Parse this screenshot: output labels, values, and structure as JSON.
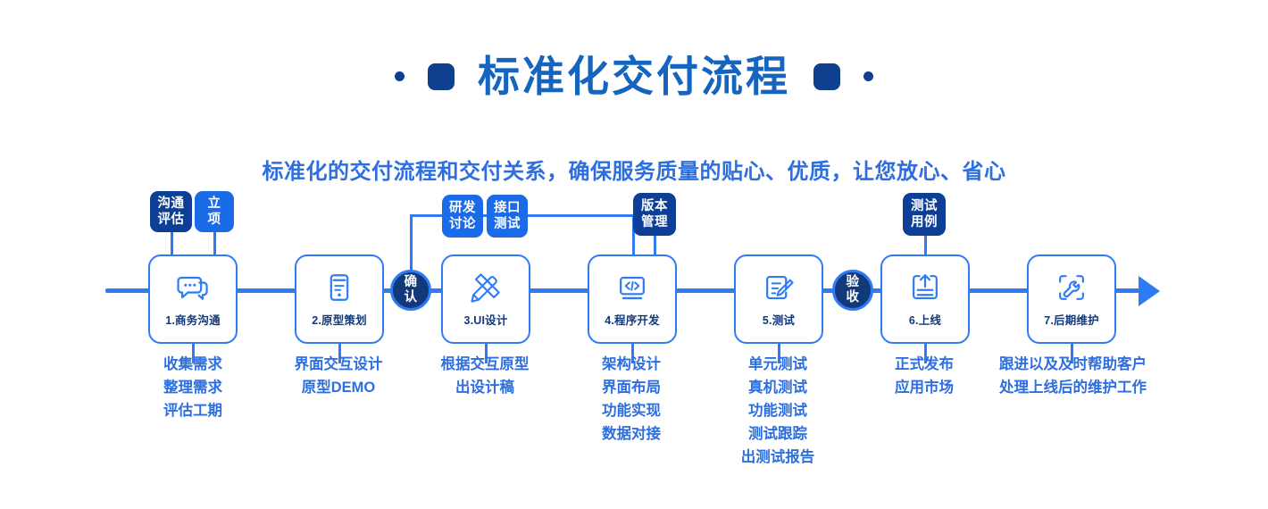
{
  "header": {
    "title": "标准化交付流程",
    "subtitle": "标准化的交付流程和交付关系，确保服务质量的贴心、优质，让您放心、省心",
    "deco_left_dot": "dot-icon",
    "deco_left_square": "rounded-square-icon",
    "deco_right_square": "rounded-square-icon",
    "deco_right_dot": "dot-icon"
  },
  "colors": {
    "title_blue": "#1565c0",
    "accent_blue": "#2f7bf5",
    "navy": "#0d3f96",
    "deep_navy": "#123a7a",
    "bright_blue": "#1b6ae8",
    "desc_blue": "#2d6fe0",
    "background": "#ffffff"
  },
  "flow": {
    "arrow": "arrow-right-icon",
    "steps": [
      {
        "id": "step-1",
        "label": "1.商务沟通",
        "icon": "speech-bubbles-icon",
        "desc": [
          "收集需求",
          "整理需求",
          "评估工期"
        ]
      },
      {
        "id": "step-2",
        "label": "2.原型策划",
        "icon": "document-device-icon",
        "desc": [
          "界面交互设计",
          "原型DEMO"
        ]
      },
      {
        "id": "step-3",
        "label": "3.UI设计",
        "icon": "ruler-pencil-icon",
        "desc": [
          "根据交互原型",
          "出设计稿"
        ]
      },
      {
        "id": "step-4",
        "label": "4.程序开发",
        "icon": "code-monitor-icon",
        "desc": [
          "架构设计",
          "界面布局",
          "功能实现",
          "数据对接"
        ]
      },
      {
        "id": "step-5",
        "label": "5.测试",
        "icon": "clipboard-pencil-icon",
        "desc": [
          "单元测试",
          "真机测试",
          "功能测试",
          "测试跟踪",
          "出测试报告"
        ]
      },
      {
        "id": "step-6",
        "label": "6.上线",
        "icon": "upload-icon",
        "desc": [
          "正式发布",
          "应用市场"
        ]
      },
      {
        "id": "step-7",
        "label": "7.后期维护",
        "icon": "wrench-frame-icon",
        "desc": [
          "跟进以及及时帮助客户",
          "处理上线后的维护工作"
        ]
      }
    ],
    "badges": [
      {
        "id": "badge-goutong-pinggu",
        "lines": [
          "沟通",
          "评估"
        ],
        "style": "navy"
      },
      {
        "id": "badge-lixiang",
        "lines": [
          "立",
          "项"
        ],
        "style": "bright"
      },
      {
        "id": "badge-yanfa-taolun",
        "lines": [
          "研发",
          "讨论"
        ],
        "style": "bright"
      },
      {
        "id": "badge-jiekou-ceshi",
        "lines": [
          "接口",
          "测试"
        ],
        "style": "bright"
      },
      {
        "id": "badge-banben-guanli",
        "lines": [
          "版本",
          "管理"
        ],
        "style": "navy"
      },
      {
        "id": "badge-ceshi-yongli",
        "lines": [
          "测试",
          "用例"
        ],
        "style": "navy"
      }
    ],
    "gates": [
      {
        "id": "gate-queren",
        "lines": [
          "确",
          "认"
        ]
      },
      {
        "id": "gate-yanshou",
        "lines": [
          "验",
          "收"
        ]
      }
    ]
  }
}
